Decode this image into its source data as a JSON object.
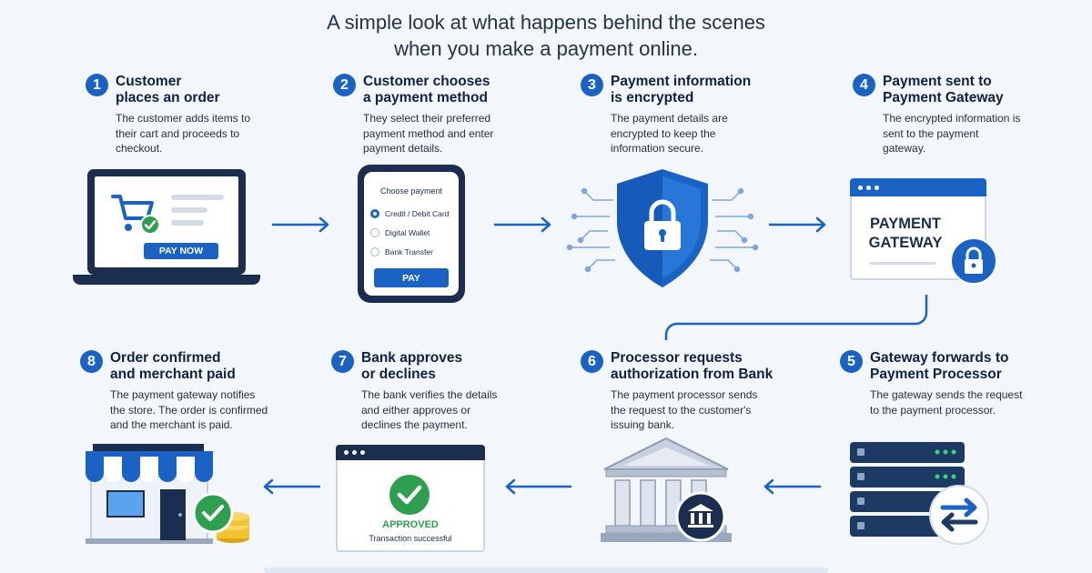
{
  "header": {
    "subtitle_line1": "A simple look at what happens behind the scenes",
    "subtitle_line2": "when you make a payment online."
  },
  "steps": [
    {
      "number": "1",
      "title_line1": "Customer",
      "title_line2": "places an order",
      "desc": "The customer adds items to their cart and proceeds to checkout."
    },
    {
      "number": "2",
      "title_line1": "Customer chooses",
      "title_line2": "a payment method",
      "desc": "They select their preferred payment method and enter payment details."
    },
    {
      "number": "3",
      "title_line1": "Payment information",
      "title_line2": "is encrypted",
      "desc": "The payment details are encrypted to keep the information secure."
    },
    {
      "number": "4",
      "title_line1": "Payment sent to",
      "title_line2": "Payment Gateway",
      "desc": "The encrypted information is sent to the payment gateway."
    },
    {
      "number": "5",
      "title_line1": "Gateway forwards to",
      "title_line2": "Payment Processor",
      "desc": "The gateway sends the request to the payment processor."
    },
    {
      "number": "6",
      "title_line1": "Processor requests",
      "title_line2": "authorization from Bank",
      "desc": "The payment processor sends the request to the customer's issuing bank."
    },
    {
      "number": "7",
      "title_line1": "Bank approves",
      "title_line2": "or declines",
      "desc": "The bank verifies the details and either approves or declines the payment."
    },
    {
      "number": "8",
      "title_line1": "Order confirmed",
      "title_line2": "and merchant paid",
      "desc": "The payment gateway notifies the store. The order is confirmed and the merchant is paid."
    }
  ],
  "laptop": {
    "button_label": "PAY NOW"
  },
  "phone": {
    "heading": "Choose payment",
    "options": [
      "Credit / Debit Card",
      "Digital Wallet",
      "Bank Transfer"
    ],
    "selected_index": 0,
    "button_label": "PAY"
  },
  "gateway": {
    "label_line1": "PAYMENT",
    "label_line2": "GATEWAY"
  },
  "approval": {
    "status": "APPROVED",
    "detail": "Transaction successful"
  },
  "icons": [
    "cart-icon",
    "check-icon",
    "shield-lock-icon",
    "padlock-icon",
    "server-icon",
    "exchange-arrows-icon",
    "bank-icon",
    "storefront-icon",
    "coins-icon",
    "arrow-right-icon",
    "arrow-left-icon"
  ],
  "colors": {
    "primary": "#1a63c5",
    "dark_navy": "#1d3a64",
    "green": "#2e9e4f",
    "background": "#f3f7fc",
    "coin": "#f2c230"
  }
}
